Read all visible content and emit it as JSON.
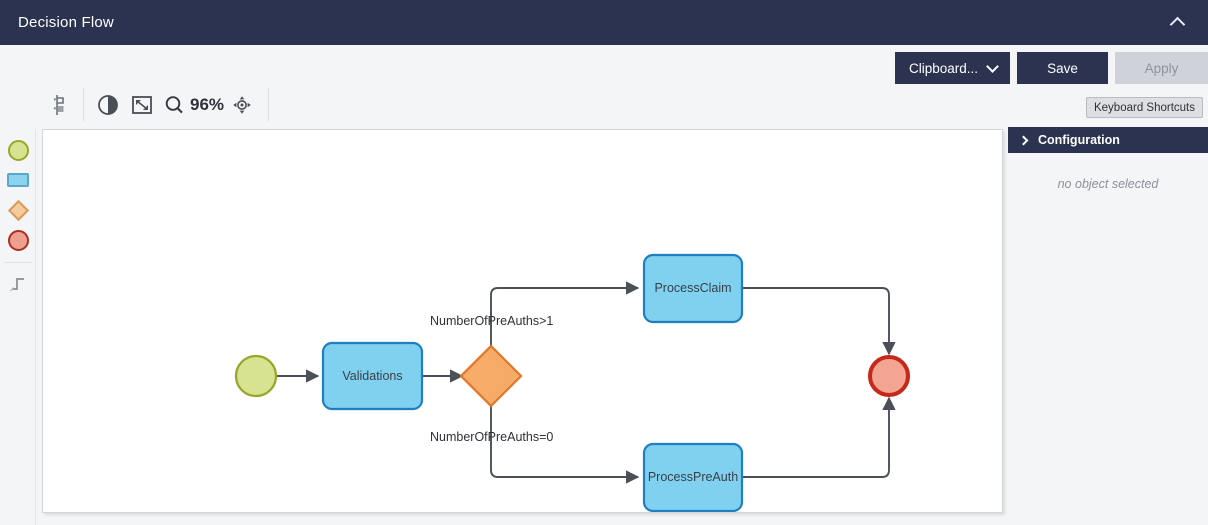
{
  "titlebar": {
    "title": "Decision Flow",
    "collapse_icon": "chevron-up-icon"
  },
  "actions": {
    "clipboard_label": "Clipboard...",
    "clipboard_chevron_icon": "chevron-down-icon",
    "save_label": "Save",
    "apply_label": "Apply",
    "apply_disabled": true,
    "keyboard_shortcuts_label": "Keyboard Shortcuts"
  },
  "toolbar": {
    "items": [
      {
        "name": "align-distribute-icon",
        "title": "Align"
      },
      {
        "name": "contrast-icon",
        "title": "Contrast"
      },
      {
        "name": "fit-to-screen-icon",
        "title": "Fit to screen"
      },
      {
        "name": "zoom-icon",
        "title": "Zoom"
      }
    ],
    "zoom_level": "96%",
    "pan_icon": "pan-tool-icon"
  },
  "palette": {
    "items": [
      {
        "name": "palette-start-event",
        "shape": "circle",
        "fill": "#d7e391",
        "stroke": "#9aa62a"
      },
      {
        "name": "palette-task",
        "shape": "rect",
        "fill": "#8ed3ee",
        "stroke": "#5aa7cd"
      },
      {
        "name": "palette-gateway",
        "shape": "diamond",
        "fill": "#f5cb9b",
        "stroke": "#d99a5d"
      },
      {
        "name": "palette-end-event",
        "shape": "circle",
        "fill": "#eda08e",
        "stroke": "#ab2f22"
      },
      {
        "name": "palette-connector",
        "shape": "connector",
        "fill": "none",
        "stroke": "#8a8d93"
      }
    ]
  },
  "config": {
    "title": "Configuration",
    "expand_icon": "chevron-right-icon",
    "empty_message": "no object selected"
  },
  "diagram": {
    "nodes": [
      {
        "id": "start",
        "type": "start-event",
        "label": "",
        "fill": "#d7e391",
        "stroke": "#9aa62a"
      },
      {
        "id": "validations",
        "type": "task",
        "label": "Validations",
        "fill": "#7fd1ef",
        "stroke": "#1f7fc0"
      },
      {
        "id": "gateway",
        "type": "gateway",
        "label": "",
        "fill": "#f6ab68",
        "stroke": "#e2762a"
      },
      {
        "id": "processclaim",
        "type": "task",
        "label": "ProcessClaim",
        "fill": "#7fd1ef",
        "stroke": "#1f7fc0"
      },
      {
        "id": "processpreauth",
        "type": "task",
        "label": "ProcessPreAuth",
        "fill": "#7fd1ef",
        "stroke": "#1f7fc0"
      },
      {
        "id": "end",
        "type": "end-event",
        "label": "",
        "fill": "#f2a592",
        "stroke": "#c4291a"
      }
    ],
    "edges": [
      {
        "from": "start",
        "to": "validations",
        "label": ""
      },
      {
        "from": "validations",
        "to": "gateway",
        "label": ""
      },
      {
        "from": "gateway",
        "to": "processclaim",
        "label": "NumberOfPreAuths>1"
      },
      {
        "from": "gateway",
        "to": "processpreauth",
        "label": "NumberOfPreAuths=0"
      },
      {
        "from": "processclaim",
        "to": "end",
        "label": ""
      },
      {
        "from": "processpreauth",
        "to": "end",
        "label": ""
      }
    ],
    "edge_color": "#4a4f58"
  }
}
